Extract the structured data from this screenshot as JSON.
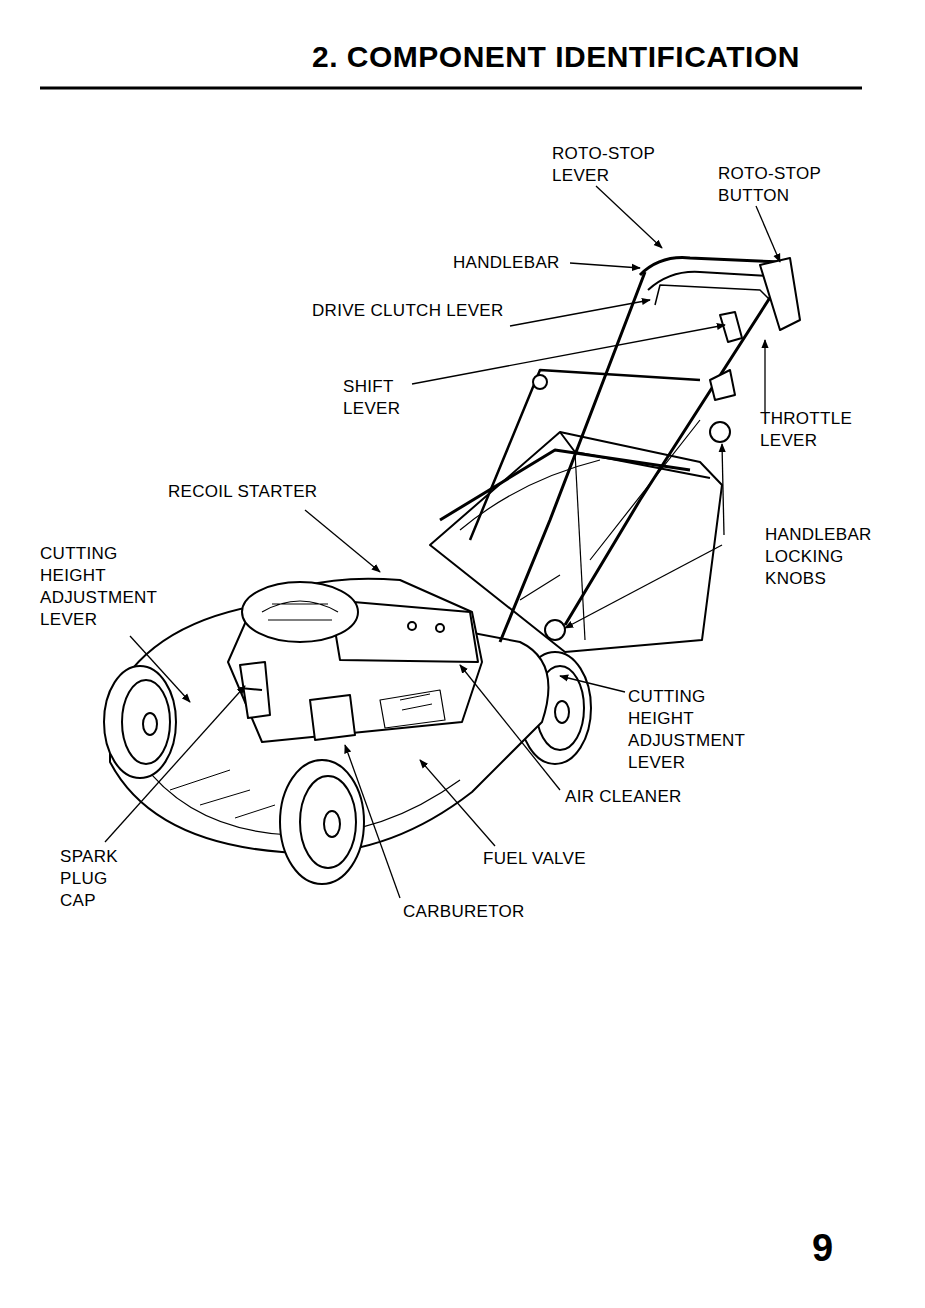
{
  "diagram": {
    "title": "2. COMPONENT IDENTIFICATION",
    "labels": [
      "ROTO-STOP LEVER",
      "ROTO-STOP BUTTON",
      "HANDLEBAR",
      "DRIVE CLUTCH LEVER",
      "SHIFT LEVER",
      "THROTTLE LEVER",
      "RECOIL STARTER",
      "HANDLEBAR LOCKING KNOBS",
      "CUTTING HEIGHT ADJUSTMENT LEVER",
      "CUTTING HEIGHT ADJUSTMENT LEVER",
      "AIR CLEANER",
      "SPARK PLUG CAP",
      "FUEL VALVE",
      "CARBURETOR",
      "9"
    ]
  }
}
